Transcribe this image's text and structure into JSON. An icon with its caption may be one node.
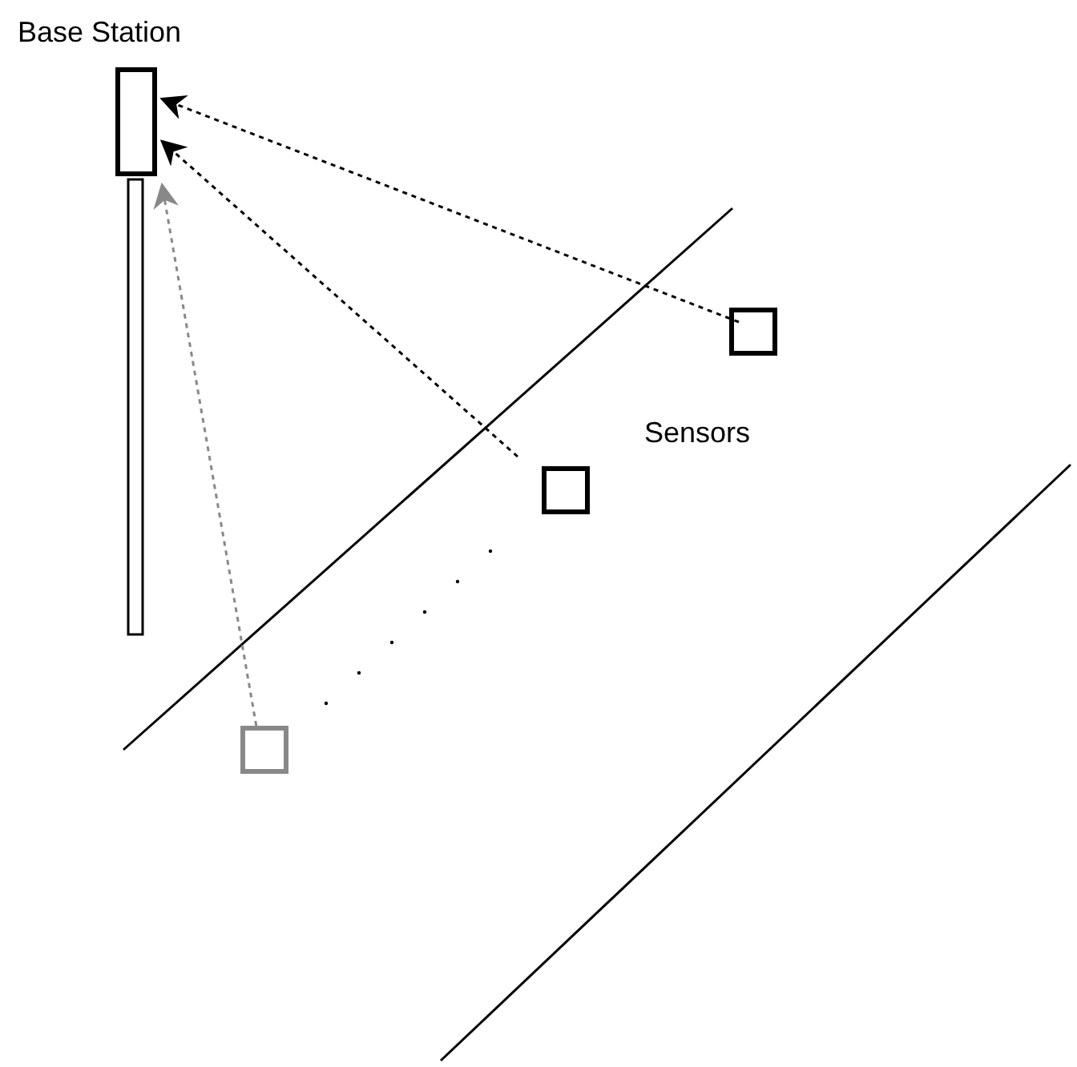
{
  "diagram": {
    "nodes": [
      {
        "text": [
          "Base Station"
        ]
      },
      {
        "text": [],
        "shape": "box"
      },
      {
        "text": [],
        "shape": "box"
      },
      {
        "text": [],
        "shape": "box"
      }
    ],
    "edges": [
      {
        "from": 3,
        "to": 0,
        "arrow": "to",
        "style": "dashed"
      },
      {
        "from": 2,
        "to": 0,
        "arrow": "to",
        "style": "dashed"
      },
      {
        "from": 1,
        "to": 0,
        "arrow": "to",
        "style": "dashed",
        "color": "#888888"
      }
    ],
    "labels": [
      "Sensors"
    ]
  }
}
